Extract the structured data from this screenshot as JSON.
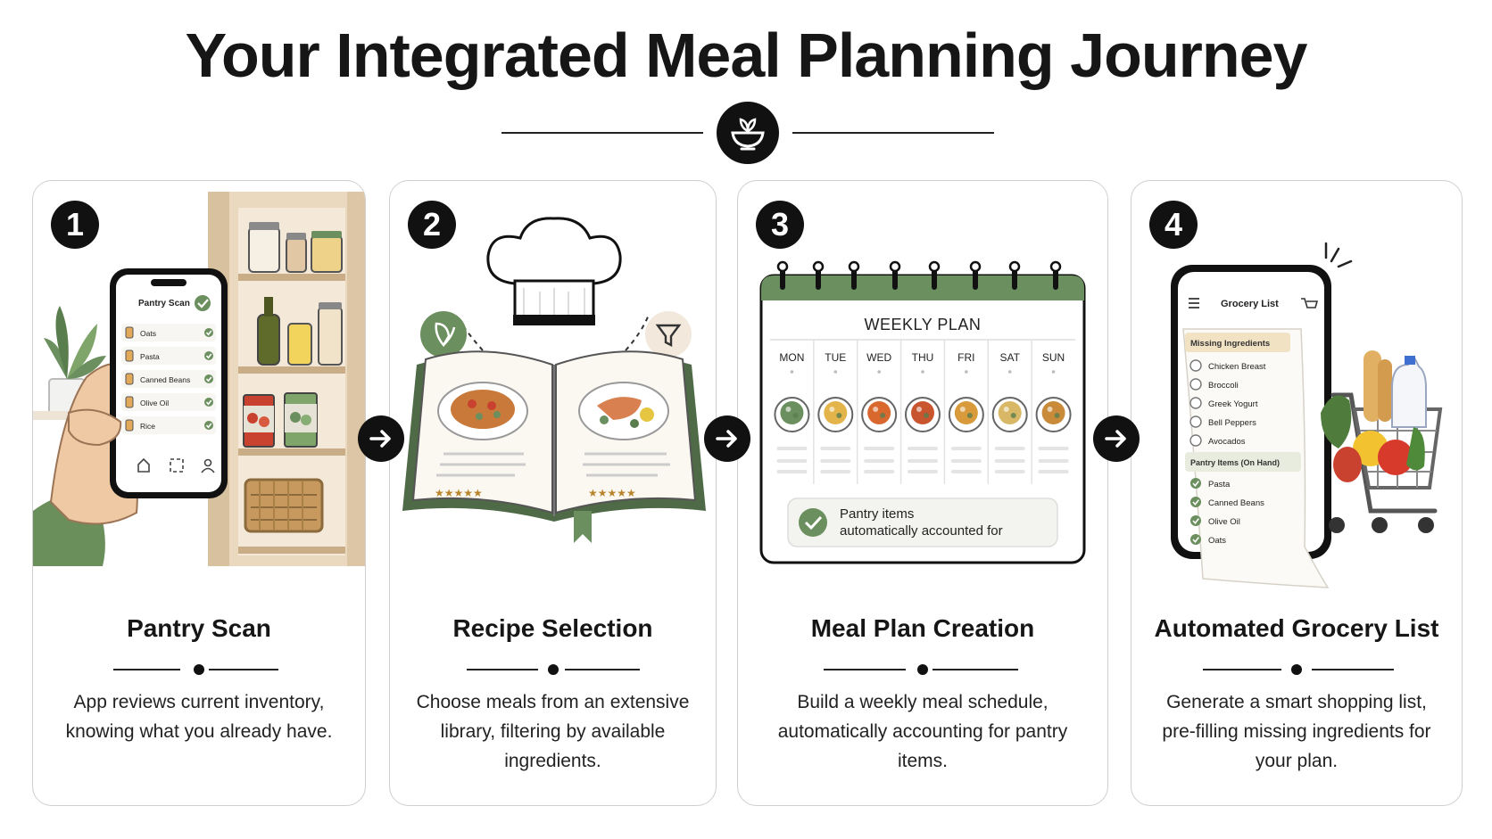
{
  "title": "Your Integrated Meal Planning Journey",
  "icons": {
    "title": "salad-bowl-icon",
    "arrow": "arrow-right-icon"
  },
  "colors": {
    "accent_green": "#6b8f5e",
    "dark": "#111111",
    "wood": "#e9d8be"
  },
  "steps": [
    {
      "number": "1",
      "title": "Pantry Scan",
      "description": "App reviews current inventory, knowing what you already have.",
      "phone": {
        "header": "Pantry Scan",
        "items": [
          "Oats",
          "Pasta",
          "Canned Beans",
          "Olive Oil",
          "Rice"
        ]
      }
    },
    {
      "number": "2",
      "title": "Recipe Selection",
      "description": "Choose meals from an extensive library, filtering by available ingredients.",
      "ratings": [
        5,
        5
      ]
    },
    {
      "number": "3",
      "title": "Meal Plan Creation",
      "description": "Build a weekly meal schedule, automatically accounting for pantry items.",
      "calendar": {
        "header": "WEEKLY PLAN",
        "days": [
          "MON",
          "TUE",
          "WED",
          "THU",
          "FRI",
          "SAT",
          "SUN"
        ],
        "note_line1": "Pantry items",
        "note_line2": "automatically accounted for"
      }
    },
    {
      "number": "4",
      "title": "Automated Grocery List",
      "description": "Generate a smart shopping list, pre-filling missing ingredients for your plan.",
      "phone": {
        "header": "Grocery List",
        "missing_label": "Missing Ingredients",
        "missing": [
          "Chicken Breast",
          "Broccoli",
          "Greek Yogurt",
          "Bell Peppers",
          "Avocados"
        ],
        "pantry_label": "Pantry Items (On Hand)",
        "pantry": [
          "Pasta",
          "Canned Beans",
          "Olive Oil",
          "Oats"
        ]
      }
    }
  ]
}
